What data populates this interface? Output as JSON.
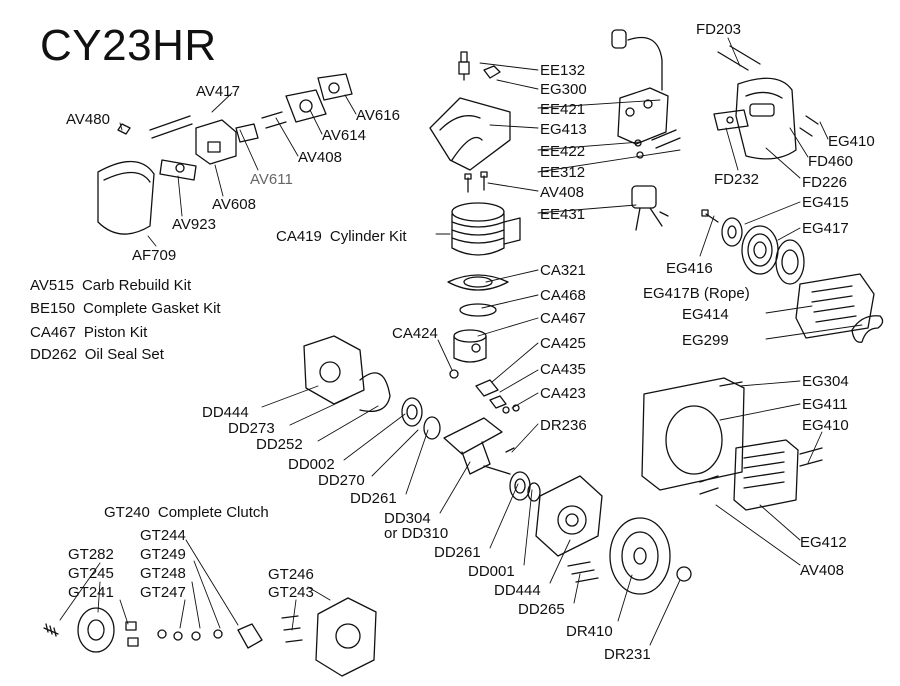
{
  "title": "CY23HR",
  "kits": [
    {
      "code": "AV515",
      "desc": "Carb Rebuild Kit"
    },
    {
      "code": "BE150",
      "desc": "Complete Gasket Kit"
    },
    {
      "code": "CA467",
      "desc": "Piston Kit"
    },
    {
      "code": "DD262",
      "desc": "Oil Seal Set"
    }
  ],
  "cylinder_kit": {
    "code": "CA419",
    "desc": "Cylinder Kit"
  },
  "clutch_kit": {
    "code": "GT240",
    "desc": "Complete Clutch"
  },
  "parts": {
    "AV417": "AV417",
    "AV480": "AV480",
    "AV616": "AV616",
    "AV614": "AV614",
    "AV408_a": "AV408",
    "AV611": "AV611",
    "AV608": "AV608",
    "AV923": "AV923",
    "AF709": "AF709",
    "EE132": "EE132",
    "EG300": "EG300",
    "EE421": "EE421",
    "EG413": "EG413",
    "EE422": "EE422",
    "EE312": "EE312",
    "AV408_b": "AV408",
    "EE431": "EE431",
    "FD203": "FD203",
    "EG410_a": "EG410",
    "FD460": "FD460",
    "FD232": "FD232",
    "FD226": "FD226",
    "EG415": "EG415",
    "EG417": "EG417",
    "EG416": "EG416",
    "EG417B": "EG417B (Rope)",
    "EG414": "EG414",
    "EG299": "EG299",
    "CA321": "CA321",
    "CA468": "CA468",
    "CA467": "CA467",
    "CA424": "CA424",
    "CA425": "CA425",
    "CA435": "CA435",
    "CA423": "CA423",
    "DR236": "DR236",
    "DD444_a": "DD444",
    "DD273": "DD273",
    "DD252": "DD252",
    "DD002": "DD002",
    "DD270": "DD270",
    "DD261_a": "DD261",
    "DD304": "DD304",
    "DD310": "or DD310",
    "DD261_b": "DD261",
    "DD001": "DD001",
    "DD444_b": "DD444",
    "DD265": "DD265",
    "DR410": "DR410",
    "DR231": "DR231",
    "EG304": "EG304",
    "EG411": "EG411",
    "EG410_b": "EG410",
    "EG412": "EG412",
    "AV408_c": "AV408",
    "GT244": "GT244",
    "GT249": "GT249",
    "GT248": "GT248",
    "GT247": "GT247",
    "GT282": "GT282",
    "GT245": "GT245",
    "GT241": "GT241",
    "GT246": "GT246",
    "GT243": "GT243"
  }
}
